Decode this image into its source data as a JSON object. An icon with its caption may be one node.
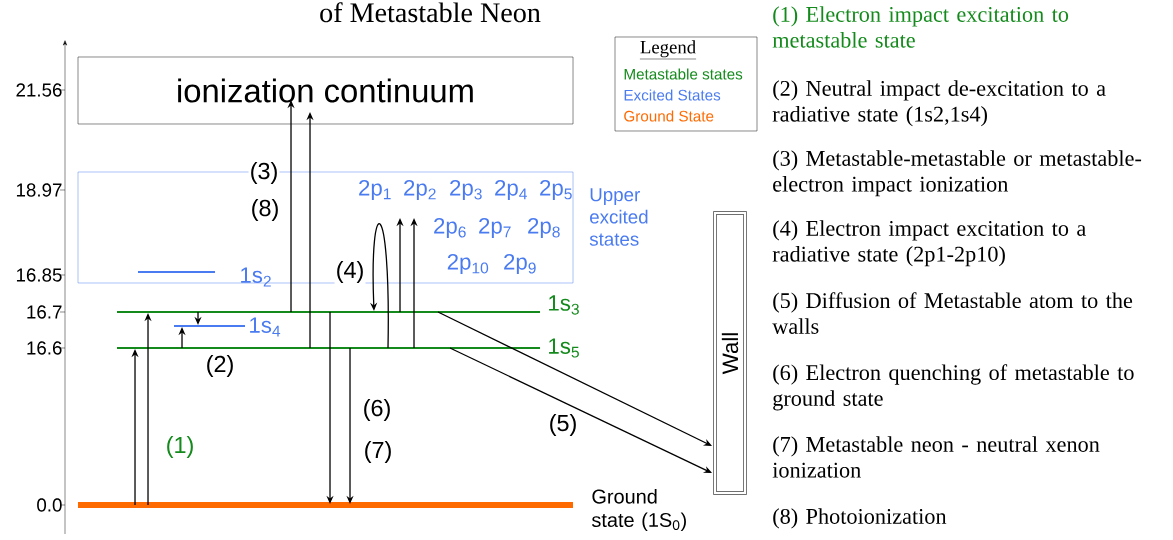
{
  "diagram": {
    "title": "of Metastable Neon",
    "nodes": [
      {
        "text": [
          "ionization continuum"
        ]
      },
      {
        "text": [
          "2p$_{1}$",
          "2p$_{2}$",
          "2p$_{3}$",
          "2p$_{4}$",
          "2p$_{5}$",
          "2p$_{6}$",
          "2p$_{7}$",
          "2p$_{8}$",
          "2p$_{10}$",
          "2p$_{9}$"
        ],
        "beside": [
          "Upper excited states"
        ]
      },
      {
        "text": [
          "1s$_{2}$"
        ],
        "in": 1
      },
      {
        "text": [
          "1s$_{3}$"
        ]
      },
      {
        "text": [
          "1s$_{4}$"
        ]
      },
      {
        "text": [
          "1s$_{5}$"
        ]
      },
      {
        "text": [
          "Ground state (1S$_{0}$)"
        ]
      },
      {
        "text": [
          "Wall"
        ]
      }
    ],
    "edges": [
      {
        "from": 6,
        "to": 5,
        "arrow": "to",
        "label": "(1)"
      },
      {
        "from": 6,
        "to": 3,
        "arrow": "to"
      },
      {
        "from": 5,
        "to": 4,
        "arrow": "to",
        "label": "(2)"
      },
      {
        "from": 3,
        "to": 4,
        "arrow": "to"
      },
      {
        "from": 3,
        "to": 0,
        "arrow": "to",
        "label": "(3)"
      },
      {
        "from": 5,
        "to": 0,
        "arrow": "to",
        "label": "(8)"
      },
      {
        "from": 5,
        "to": 3,
        "arrow": "to",
        "label": "(4)"
      },
      {
        "from": 3,
        "to": 1,
        "arrow": "to"
      },
      {
        "from": 5,
        "to": 1,
        "arrow": "to"
      },
      {
        "from": 3,
        "to": 7,
        "arrow": "to"
      },
      {
        "from": 5,
        "to": 7,
        "arrow": "to",
        "label": "(5)"
      },
      {
        "from": 3,
        "to": 6,
        "arrow": "to",
        "label": "(6)"
      },
      {
        "from": 5,
        "to": 6,
        "arrow": "to",
        "label": "(7)"
      }
    ],
    "labels": [
      "21.56",
      "18.97",
      "16.85",
      "16.7",
      "16.6",
      "0.0",
      "Legend",
      "(1) Electron impact excitation to metastable state",
      "(2) Neutral impact de-excitation to a radiative state (1s2,1s4)",
      "(3) Metastable-metastable or metastable-electron impact ionization",
      "(4) Electron impact excitation to a radiative state (2p1-2p10)",
      "(5) Diffusion of Metastable atom to the walls",
      "(6) Electron quenching of metastable to ground state",
      "(7) Metastable neon - neutral xenon ionization",
      "(8) Photoionization"
    ],
    "legend": [
      {
        "text": "Metastable states",
        "color": "#138a1b"
      },
      {
        "text": "Excited States",
        "color": "#4a7bf0"
      },
      {
        "text": "Ground State",
        "color": "#ff6a00"
      }
    ]
  }
}
